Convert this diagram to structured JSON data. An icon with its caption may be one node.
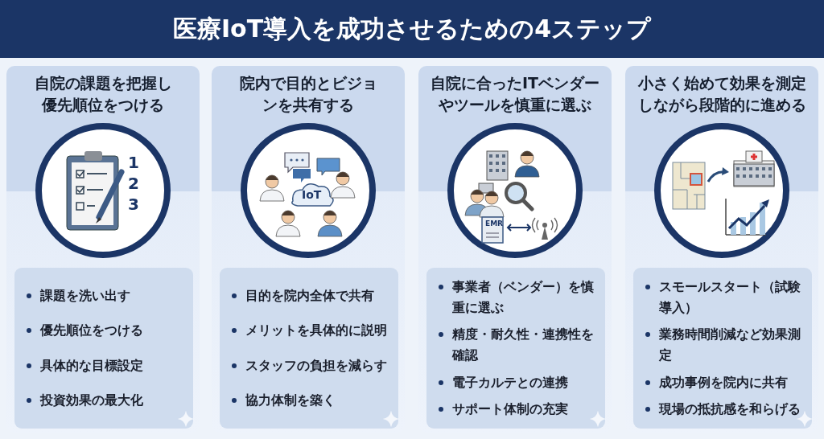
{
  "diagram": {
    "title": "医療IoT導入を成功させるための4ステップ",
    "nodes": [
      {
        "text": [
          "自院の課題を把握し優先順位をつける"
        ]
      },
      {
        "text": [
          "課題を洗い出す",
          "優先順位をつける",
          "具体的な目標設定",
          "投資効果の最大化"
        ],
        "in": 0
      },
      {
        "text": [
          "院内で目的とビジョンを共有する"
        ]
      },
      {
        "text": [
          "目的を院内全体で共有",
          "メリットを具体的に説明",
          "スタッフの負担を減らす",
          "協力体制を築く"
        ],
        "in": 2
      },
      {
        "text": [
          "自院に合ったITベンダーやツールを慎重に選ぶ"
        ]
      },
      {
        "text": [
          "事業者（ベンダー）を慎重に選ぶ",
          "精度・耐久性・連携性を確認",
          "電子カルテとの連携",
          "サポート体制の充実"
        ],
        "in": 4
      },
      {
        "text": [
          "小さく始めて効果を測定しながら段階的に進める"
        ]
      },
      {
        "text": [
          "スモールスタート（試験導入）",
          "業務時間削減など効果測定",
          "成功事例を院内に共有",
          "現場の抵抗感を和らげる"
        ],
        "in": 6
      }
    ],
    "labels": [
      "1",
      "2",
      "3",
      "IoT",
      "EMR"
    ]
  }
}
